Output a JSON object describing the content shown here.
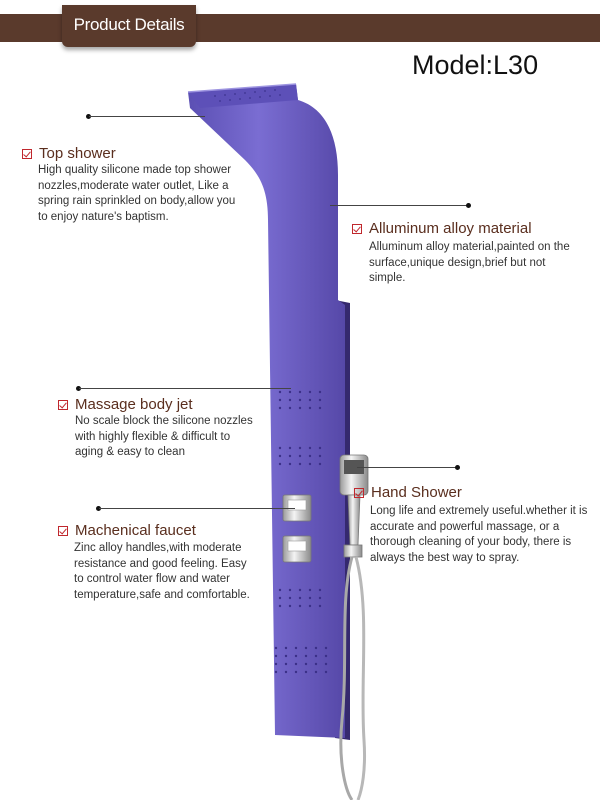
{
  "header": {
    "tab_label": "Product Details"
  },
  "model": "Model:L30",
  "features": {
    "top_shower": {
      "title": "Top shower",
      "description": "High quality silicone made top shower nozzles,moderate water outlet, Like a spring rain sprinkled on body,allow you to enjoy nature's baptism."
    },
    "aluminum": {
      "title": "Alluminum alloy material",
      "description": "Alluminum alloy material,painted on the surface,unique design,brief but not simple."
    },
    "massage": {
      "title": "Massage body jet",
      "description": "No scale block the silicone nozzles with  highly flexible & difficult to aging & easy to clean"
    },
    "hand_shower": {
      "title": "Hand Shower",
      "description": "Long life and extremely useful.whether it is accurate and powerful massage, or a thorough cleaning of your body, there is always the best way to spray."
    },
    "faucet": {
      "title": "Machenical faucet",
      "description": "Zinc alloy handles,with moderate resistance and good feeling. Easy to control water flow and water temperature,safe and comfortable."
    }
  },
  "colors": {
    "header_bg": "#5a3a2c",
    "panel_purple": "#6f62c6",
    "title_brown": "#5a2e1e",
    "check_red": "#c0272d"
  }
}
